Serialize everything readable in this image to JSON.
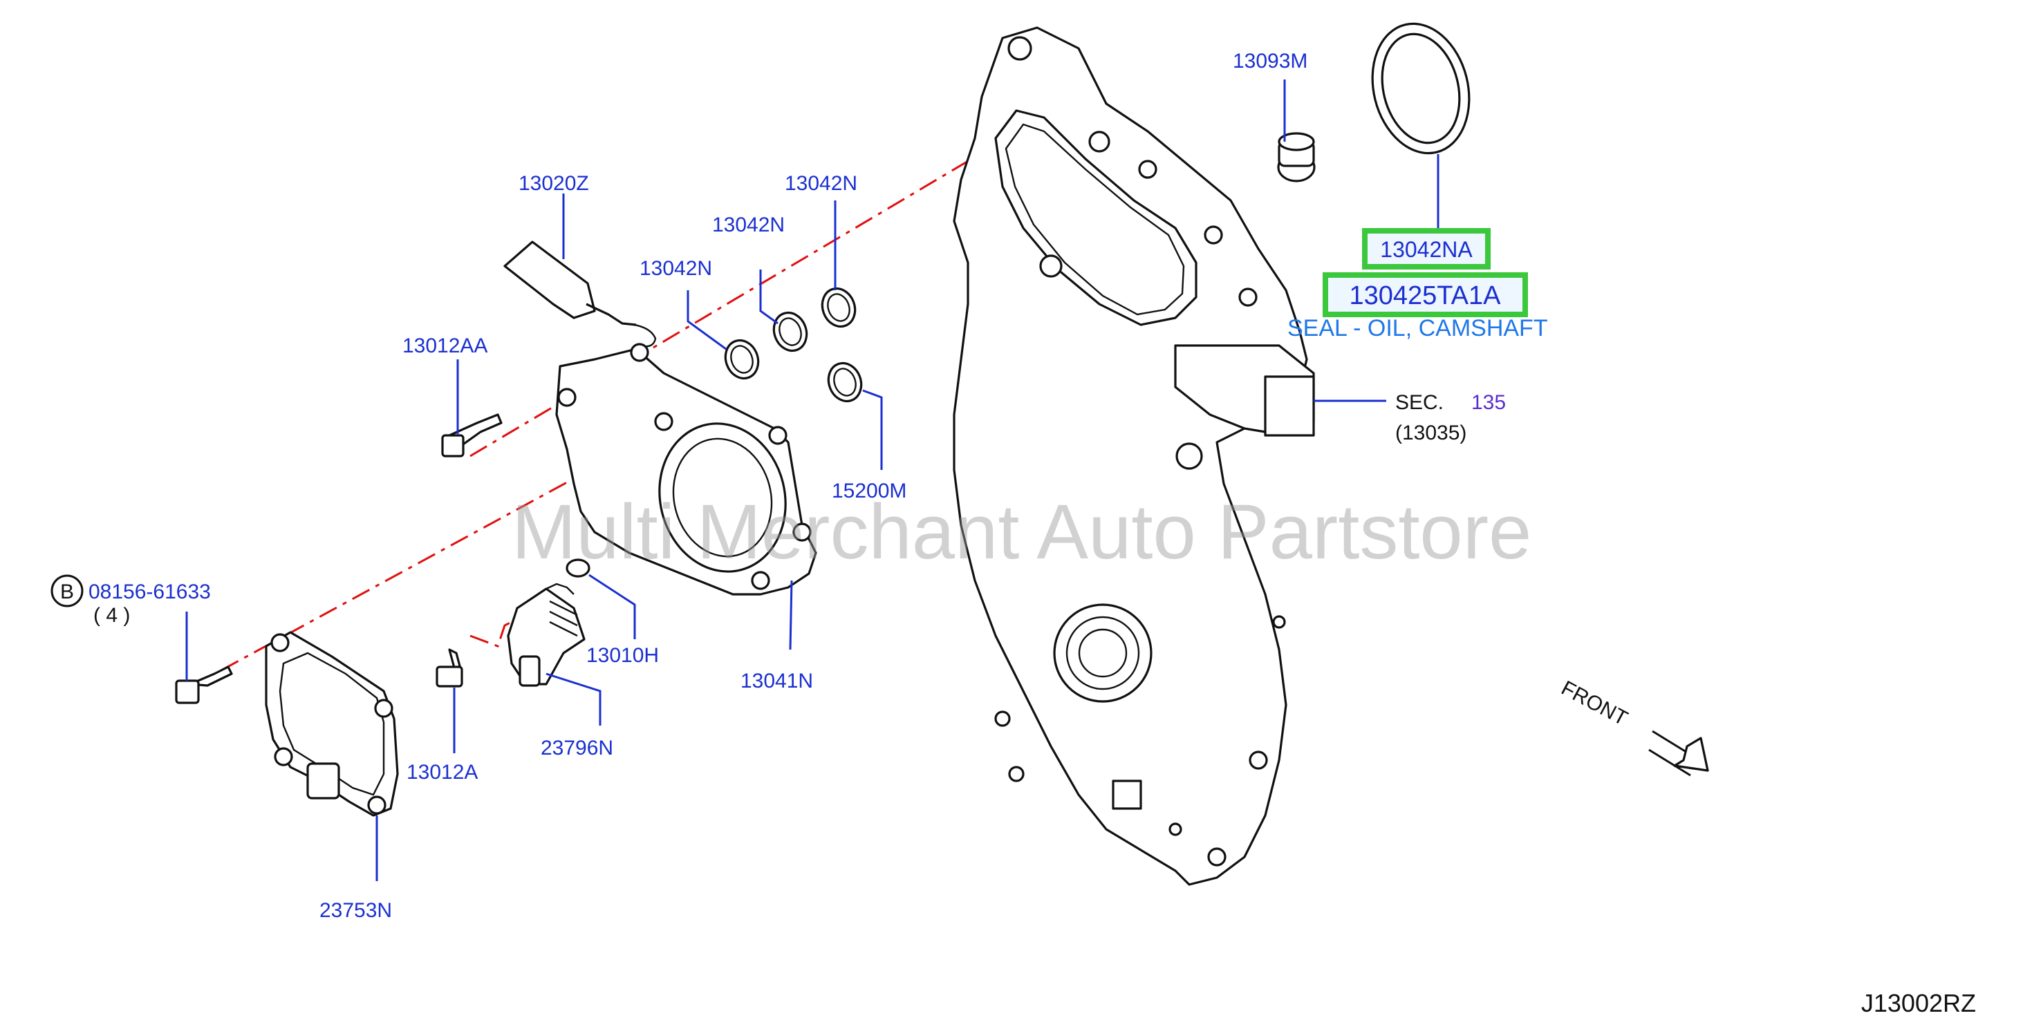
{
  "diagram_code": "J13002RZ",
  "watermark": "Multi Merchant Auto Partstore",
  "direction_label": "FRONT",
  "colors": {
    "label": "#1a2fd0",
    "highlight_border": "#3cc83c",
    "description": "#1e78e8",
    "centerline": "#e01010"
  },
  "parts": {
    "p13093M": "13093M",
    "p13020Z": "13020Z",
    "p13042N_a": "13042N",
    "p13042N_b": "13042N",
    "p13042N_c": "13042N",
    "p13012AA": "13012AA",
    "p15200M": "15200M",
    "p13010H": "13010H",
    "p13041N": "13041N",
    "p23796N": "23796N",
    "p13012A": "13012A",
    "p23753N": "23753N",
    "p08156": "08156-61633",
    "p08156_qty": "( 4 )",
    "bolt_marker": "B"
  },
  "highlight": {
    "part_number": "13042NA",
    "alt_number": "130425TA1A",
    "description": "SEAL - OIL, CAMSHAFT"
  },
  "section_ref": {
    "prefix": "SEC.",
    "number": "135",
    "sub": "(13035)"
  }
}
